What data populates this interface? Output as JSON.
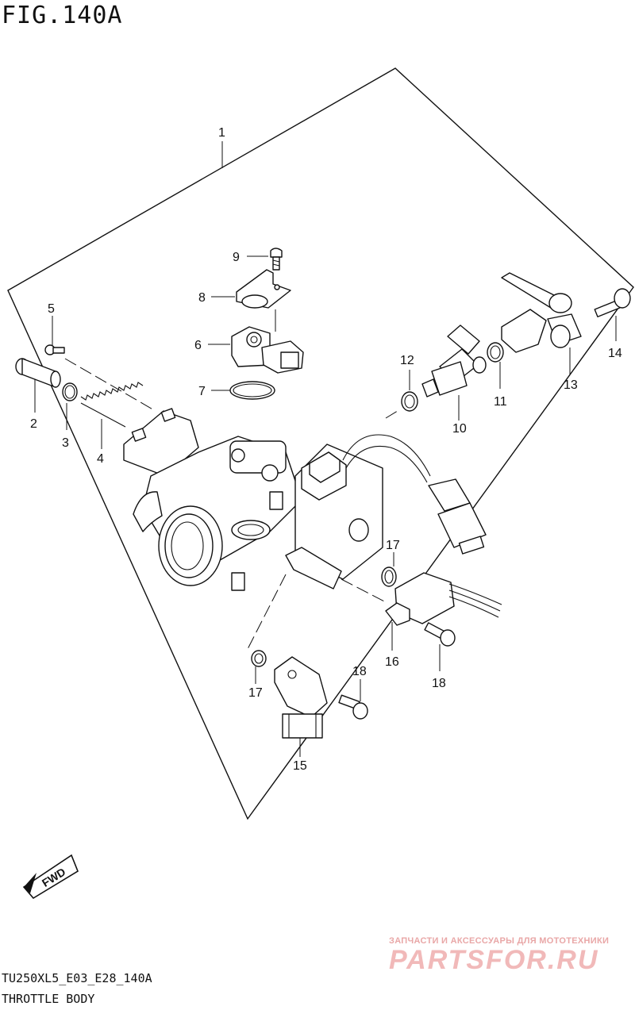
{
  "figure": {
    "title": "FIG.140A"
  },
  "footer": {
    "model_code": "TU250XL5_E03_E28_140A",
    "diagram_name": "THROTTLE BODY"
  },
  "direction_badge": {
    "label": "FWD"
  },
  "watermark": {
    "caption": "ЗАПЧАСТИ И АКСЕССУАРЫ ДЛЯ МОТОТЕХНИКИ",
    "logo": "PARTSFOR.RU"
  },
  "callouts": {
    "c1": "1",
    "c2": "2",
    "c3": "3",
    "c4": "4",
    "c5": "5",
    "c6": "6",
    "c7": "7",
    "c8": "8",
    "c9": "9",
    "c10": "10",
    "c11": "11",
    "c12": "12",
    "c13": "13",
    "c14": "14",
    "c15": "15",
    "c16": "16",
    "c17a": "17",
    "c17b": "17",
    "c18a": "18",
    "c18b": "18"
  }
}
